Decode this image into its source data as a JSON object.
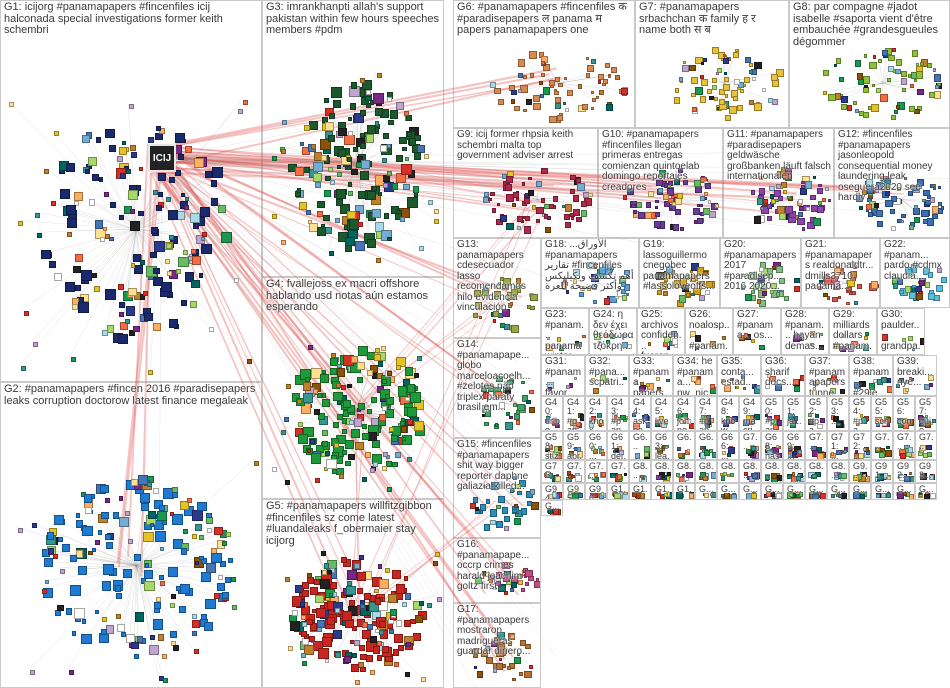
{
  "diagram": {
    "type": "network-graph",
    "edge_colors": {
      "intergroup": "#e0524f",
      "intragroup": "#8a8a8a"
    },
    "logo_text": "ICIJ",
    "groups": [
      {
        "id": "g1",
        "label": "G1: icijorg #panamapapers #fincenfiles icij halconada special investigations former keith schembri",
        "color": "#1a2a6c"
      },
      {
        "id": "g2",
        "label": "G2: #panamapapers #fincen 2016 #paradisepapers leaks corruption doctorow latest finance megaleak",
        "color": "#1e7bd1"
      },
      {
        "id": "g3",
        "label": "G3: imrankhanpti allah's support pakistan within few hours speeches members #pdm",
        "color": "#1c5a2e"
      },
      {
        "id": "g4",
        "label": "G4: fvallejoss ex macri offshore hablando usd notas aún estamos esperando",
        "color": "#1f9a3a"
      },
      {
        "id": "g5",
        "label": "G5: #panamapapers willfitzgibbon #fincenfiles sz come latest #luandaleaks f_obermaier stay icijorg",
        "color": "#c8261f"
      },
      {
        "id": "g6",
        "label": "G6: #panamapapers #fincenfiles क #paradisepapers ल panama म papers panamapapers one",
        "color": "#d98a4f"
      },
      {
        "id": "g7",
        "label": "G7: #panamapapers srbachchan क family ह र name both स ब",
        "color": "#e8c23a"
      },
      {
        "id": "g8",
        "label": "G8: par compagne #jadot isabelle #saporta vient d'être embauchée #grandesgueules dégommer",
        "color": "#8fc23a"
      },
      {
        "id": "g9",
        "label": "G9: icij former rhpsia keith schembri malta top government adviser arrest",
        "color": "#b0284a"
      },
      {
        "id": "g10",
        "label": "G10: #panamapapers #fincenfiles llegan primeras entregas comienzan quintoelab domingo reportajes creadores",
        "color": "#6a3d9a"
      },
      {
        "id": "g11",
        "label": "G11: #panamapapers #paradisepapers geldwäsche großbanken läuft falsch internationalen",
        "color": "#8e44ad"
      },
      {
        "id": "g12",
        "label": "G12: #fincenfiles #panamapapers jasonleopold consequential money laundering leak oseguera2020 see hardly",
        "color": "#3b6fb6"
      },
      {
        "id": "g13",
        "label": "G13: panamapapers cdesecuador lasso recomendamos hilo evidencia vinculación",
        "color": "#9aa845"
      },
      {
        "id": "g14",
        "label": "G14: #panamapape... globo marceloacoelh... #zelotes não triplex paraty brasil em...",
        "color": "#44a36b"
      },
      {
        "id": "g15",
        "label": "G15: #fincenfiles #panamapapers shit way bigger reporter daphne galiazia killed...",
        "color": "#2d8fbf"
      },
      {
        "id": "g16",
        "label": "G16: #panamapape... occrp crimes harald joachim goltz first...",
        "color": "#c44a8a"
      },
      {
        "id": "g17",
        "label": "G17: #panamapapers mostraron madrigueras guardar dinero...",
        "color": "#b87333"
      },
      {
        "id": "g18",
        "label": "G18: ...الأوراق #panamapapers تقارير #fincenfiles أهم تكشف ويكيليكس وأكثر فضيحة للعرة",
        "color": "#5c9ed6"
      },
      {
        "id": "g19",
        "label": "G19: lassoguillermo cnegobec panamapapers #lassoloveoffs...",
        "color": "#d4a017"
      },
      {
        "id": "g20",
        "label": "G20: #panamapapers 2017 #paradisep... 2016 2020...",
        "color": "#7fbf7f"
      },
      {
        "id": "g21",
        "label": "G21: #panamapapers realdonaldtr... dmills3710 panama...",
        "color": "#d9534f"
      },
      {
        "id": "g22",
        "label": "G22: #panam... pardo #cdmx claudia...",
        "color": "#5bc0de"
      }
    ],
    "small_groups": [
      {
        "id": "g23",
        "label": "G23: #panam... panama winter watched..."
      },
      {
        "id": "g24",
        "label": "G24: η δεν έχει θεόδωρα τζόκρη..."
      },
      {
        "id": "g25",
        "label": "G25: archivos confiden... fueron..."
      },
      {
        "id": "g26",
        "label": "G26: noalosp... #panam... estuvier..."
      },
      {
        "id": "g27",
        "label": "G27: #panama... os..."
      },
      {
        "id": "g28",
        "label": "G28: #panam... hayan demas..."
      },
      {
        "id": "g29",
        "label": "G29: milliards dollars #panam..."
      },
      {
        "id": "g30",
        "label": "G30: paulder... grandpa..."
      },
      {
        "id": "g31",
        "label": "G31: #panam... favor..."
      },
      {
        "id": "g32",
        "label": "G32: #pana... scpatri..."
      },
      {
        "id": "g33",
        "label": "G33: #panama papers..."
      },
      {
        "id": "g34",
        "label": "G34: he #panama... nw_nic..."
      },
      {
        "id": "g35",
        "label": "G35: conta... estad..."
      },
      {
        "id": "g36",
        "label": "G36: sharif docs..."
      },
      {
        "id": "g37",
        "label": "G37: #panamapapers tunne... club..."
      },
      {
        "id": "g38",
        "label": "G38: #panam... #29le..."
      },
      {
        "id": "g39",
        "label": "G39: breaki... nye..."
      },
      {
        "id": "g40",
        "label": "G40: uribe pana..."
      },
      {
        "id": "g41",
        "label": "G41: #pana... #rdc..."
      },
      {
        "id": "g42",
        "label": "G42: knox..."
      },
      {
        "id": "g43",
        "label": "G43: #pana..."
      },
      {
        "id": "g44",
        "label": "G44: askea..."
      },
      {
        "id": "g45",
        "label": "G45: live..."
      },
      {
        "id": "g46",
        "label": "G46: johne..."
      },
      {
        "id": "g47",
        "label": "G47: #pan..."
      },
      {
        "id": "g48",
        "label": "G48: know..."
      },
      {
        "id": "g49",
        "label": "G49: macri..."
      },
      {
        "id": "g50",
        "label": "G50: #pan..."
      },
      {
        "id": "g51",
        "label": "G51: ja..."
      },
      {
        "id": "g52",
        "label": "G52: #pa..."
      },
      {
        "id": "g53",
        "label": "G53: ..."
      },
      {
        "id": "g54",
        "label": "G54: #pa..."
      },
      {
        "id": "g55",
        "label": "G55: sch..."
      },
      {
        "id": "g56",
        "label": "G56: con..."
      },
      {
        "id": "g57",
        "label": "G57: quie..."
      },
      {
        "id": "g58",
        "label": "G58: stizu..."
      },
      {
        "id": "g59",
        "label": "G59: apr..."
      },
      {
        "id": "g60",
        "label": "G60: ..."
      },
      {
        "id": "g61",
        "label": "G61: der..."
      },
      {
        "id": "g62",
        "label": "G6..."
      },
      {
        "id": "g63",
        "label": "G63: lea..."
      },
      {
        "id": "g64",
        "label": "G6..."
      },
      {
        "id": "g65",
        "label": "G6..."
      },
      {
        "id": "g66",
        "label": "G66: ..."
      },
      {
        "id": "g67",
        "label": "G7..."
      },
      {
        "id": "g68",
        "label": "G68: has..."
      },
      {
        "id": "g69",
        "label": "G69: ..."
      },
      {
        "id": "g70",
        "label": "G7..."
      },
      {
        "id": "g71",
        "label": "G71: ..."
      },
      {
        "id": "g72",
        "label": "G72: ..."
      },
      {
        "id": "g73",
        "label": "G7..."
      },
      {
        "id": "g74",
        "label": "G7..."
      },
      {
        "id": "g75",
        "label": "G7..."
      },
      {
        "id": "g76",
        "label": "G76: ..."
      },
      {
        "id": "g77",
        "label": "G7..."
      },
      {
        "id": "g78",
        "label": "G7..."
      },
      {
        "id": "g79",
        "label": "G7..."
      },
      {
        "id": "g80",
        "label": "G8..."
      },
      {
        "id": "g81",
        "label": "G8..."
      },
      {
        "id": "g82",
        "label": "G8..."
      },
      {
        "id": "g83",
        "label": "G8..."
      },
      {
        "id": "g84",
        "label": "G8..."
      },
      {
        "id": "g85",
        "label": "G8..."
      },
      {
        "id": "g86",
        "label": "G8..."
      },
      {
        "id": "g87",
        "label": "G8..."
      },
      {
        "id": "g88",
        "label": "G8..."
      },
      {
        "id": "g89",
        "label": "G8..."
      },
      {
        "id": "g90",
        "label": "G9..."
      },
      {
        "id": "g91",
        "label": "G91..."
      },
      {
        "id": "g92",
        "label": "G92..."
      },
      {
        "id": "g93",
        "label": "G93..."
      },
      {
        "id": "g94",
        "label": "G94..."
      },
      {
        "id": "g95",
        "label": "G95..."
      },
      {
        "id": "g96",
        "label": "G96..."
      },
      {
        "id": "g97",
        "label": "G1..."
      },
      {
        "id": "g98",
        "label": "G1..."
      },
      {
        "id": "g99",
        "label": "G1..."
      },
      {
        "id": "g100",
        "label": "G1..."
      },
      {
        "id": "g101",
        "label": "G..."
      },
      {
        "id": "g102",
        "label": "G..."
      },
      {
        "id": "g103",
        "label": "G..."
      },
      {
        "id": "g104",
        "label": "G..."
      },
      {
        "id": "g105",
        "label": "G..."
      },
      {
        "id": "g106",
        "label": "G..."
      },
      {
        "id": "g107",
        "label": "G..."
      },
      {
        "id": "g108",
        "label": "G..."
      },
      {
        "id": "g109",
        "label": "G..."
      },
      {
        "id": "g110",
        "label": "G..."
      },
      {
        "id": "g111",
        "label": "G..."
      },
      {
        "id": "g112",
        "label": "G..."
      }
    ]
  }
}
